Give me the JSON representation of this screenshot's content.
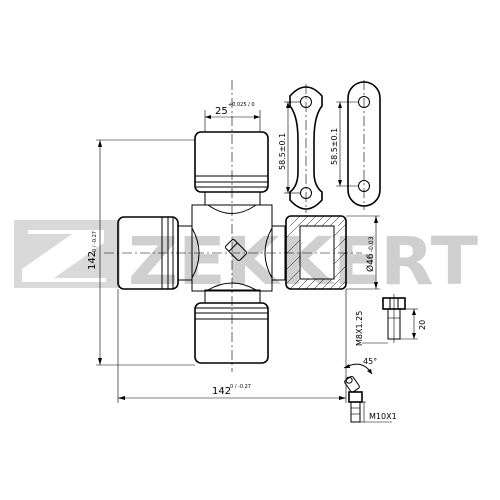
{
  "watermark": {
    "brand": "ZEKKERT"
  },
  "dimensions": {
    "cap_width": "25",
    "cap_width_tol": "+0.025 / 0",
    "overall_vertical": "142",
    "overall_vertical_tol": "0 / -0.27",
    "overall_horizontal": "142",
    "overall_horizontal_tol": "0 / -0.27",
    "bearing_diameter": "Ø46",
    "bearing_diameter_tol": "-0.03",
    "plate_hole_distance_1": "58.5±0.1",
    "plate_hole_distance_2": "58.5±0.1",
    "bolt_thread": "M8X1.25",
    "bolt_length": "20",
    "nipple_thread": "M10X1",
    "nipple_angle": "45°"
  }
}
